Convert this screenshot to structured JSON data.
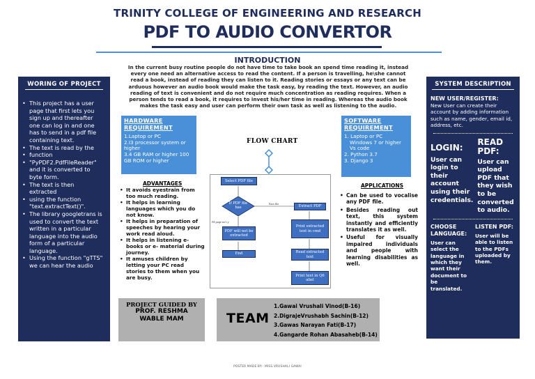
{
  "header": {
    "college": "TRINITY COLLEGE OF ENGINEERING AND RESEARCH",
    "title": "PDF TO AUDIO CONVERTOR"
  },
  "intro": {
    "heading": "INTRODUCTION",
    "text": "In the current busy routine people do not have time to take book an spend time reading it, instead every one need an alternative access to read the content. If a person is travelling, he\\she cannot read a book, instead of reading they can listen to it. Reading stories or essays or any text can be arduous however an audio book would make the task easy, by reading the text. However, an audio reading of text is convenient and do not require much concentration as reading requires. When a person tends to read a book, it requires to invest his/her time in reading. Whereas the audio book makes the task easy and user can perform their own task as well as listening to the audio."
  },
  "working": {
    "heading": "WORING OF PROJECT",
    "items": [
      "This project has a user page that first lets you sign up and thereafter one can log in and one has to send in a pdf file containing text.",
      "The text is read by the",
      "function",
      "\"PyPDF2.PdfFileReader\" and it is converted to byte form.",
      "The text is then extracted",
      "using the function \"text.extractText()\".",
      "The library googletrans is used to convert the text written in a particular language into the audio form of a particular language.",
      "Using the function \"gTTS\" we can hear the audio"
    ]
  },
  "hardware": {
    "heading": "HARDWARE REQUIREMENT",
    "items": [
      "1.Laptop or PC",
      "2.I3 processor system or higher",
      "3.4 GB RAM or higher 100 GB ROM or higher"
    ]
  },
  "software": {
    "heading": "SOFTWARE REQUIREMENT",
    "items": [
      "1. Laptop or PC",
      "Windows 7 or higher Vs code",
      "2. Python 3.7",
      "3. Django 3"
    ]
  },
  "flowchart": {
    "heading": "FLOW CHART",
    "select": "Select PDF file",
    "decision": "If PDF file has",
    "no_text": "PDF will not be extracted",
    "end": "End",
    "extract": "Extract PDF",
    "print_text": "Print extracted text in cmd",
    "read_text": "Read extracted text",
    "print_file": "Print text in Q6 abel",
    "label_yes": "Pass the",
    "label_no": "Pd page no't y"
  },
  "advantages": {
    "heading": "ADVANTAGES",
    "items": [
      "It avoids eyestrain from too much reading.",
      "It helps in learning languages which you do not know.",
      "It helps in preparation of speeches by hearing your work read aloud.",
      "It helps in listening e-books or e- material during journey.",
      "It amuses children by letting your PC read stories to them when you are busy."
    ]
  },
  "applications": {
    "heading": "APPLICATIONS",
    "items": [
      "Can be used to vocalise any PDF file.",
      "Besides reading out text, this system instantly and efficiently translates it as well.",
      "Useful for visually impaired individuals and people with learning disabilities as well."
    ]
  },
  "guide": {
    "title": "PROJECT GUIDED BY",
    "name": "PROF. RESHMA WABLE MAM"
  },
  "team": {
    "label": "TEAM",
    "members": [
      "1.Gawai Vrushali Vinod(B-16)",
      "2.DigrajeVrushabh Sachin(B-12)",
      "3.Gawas Narayan Fati(B-17)",
      "4.Gangarde Rohan Abasaheb(B-14)"
    ]
  },
  "system": {
    "heading": "SYSTEM DESCRIPTION",
    "new_user_head": "NEW USER/REGISTER:",
    "new_user_text": "New User can create their account by adding information such as name, gender, email id, address, etc.",
    "login_head": "LOGIN:",
    "login_text": "User can login to their account using their credentials.",
    "read_head": "READ PDF:",
    "read_text": "User can upload PDF that they wish to be converted to audio.",
    "lang_head": "CHOOSE LANGUAGE:",
    "lang_text": "User can select the language in which they want their document to be translated.",
    "listen_head": "LISTEN PDF:",
    "listen_text": "User will be able to listen to the PDFs uploaded by them."
  },
  "footer": "POSTER MADE BY:- MISS.VRUSHALI GAWAI",
  "colors": {
    "navy": "#1f2d5c",
    "blue": "#4a90d9",
    "gray": "#b0b0b0"
  }
}
